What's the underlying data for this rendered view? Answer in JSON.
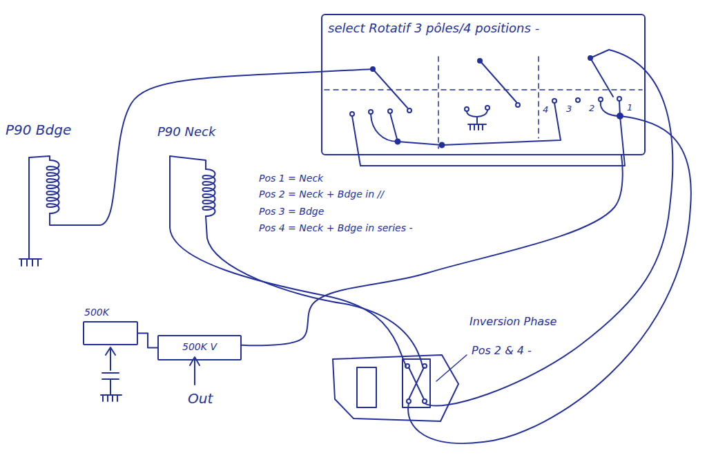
{
  "diagram": {
    "nodes": [
      {
        "text": [
          "select Rotatif 3 pôles/4 positions -"
        ]
      },
      {
        "text": [
          "500K"
        ]
      },
      {
        "text": [
          "500K V"
        ]
      }
    ],
    "edges": [
      {
        "from": 1,
        "to": 2,
        "arrow": "none"
      },
      {
        "from": 0,
        "to": 2,
        "arrow": "none"
      }
    ],
    "labels": [
      "P90 Bdge",
      "P90 Neck",
      "Pos 1 = Neck",
      "Pos 2 = Neck + Bdge in //",
      "Pos 3 = Bdge",
      "Pos 4 = Neck + Bdge in series -",
      "4",
      "3",
      "2",
      "1",
      "Out",
      "Inversion Phase",
      "Pos 2 & 4 -"
    ]
  }
}
